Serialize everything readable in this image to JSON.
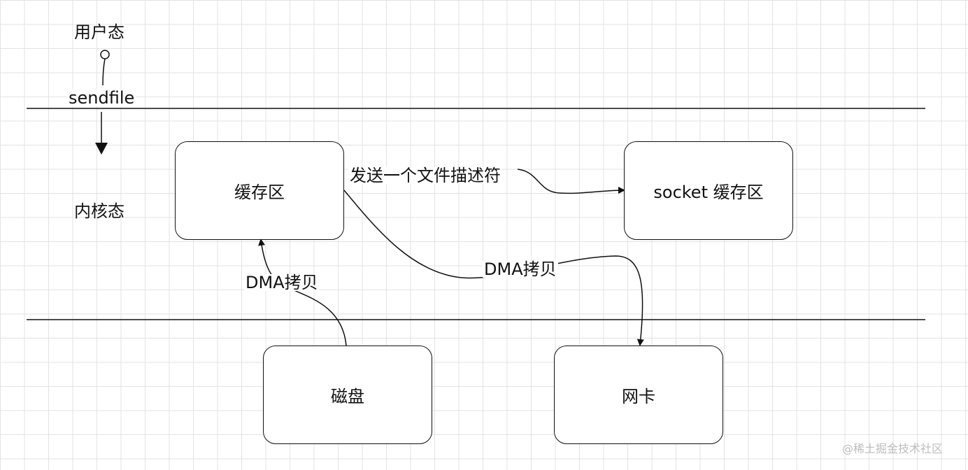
{
  "zones": {
    "user_mode": "用户态",
    "kernel_mode": "内核态"
  },
  "syscall": {
    "label": "sendfile"
  },
  "nodes": {
    "kernel_buffer": "缓存区",
    "socket_buffer": "socket 缓存区",
    "disk": "磁盘",
    "nic": "网卡"
  },
  "edges": {
    "disk_to_buffer": "DMA拷贝",
    "buffer_to_socket": "发送一个文件描述符",
    "buffer_to_nic": "DMA拷贝"
  },
  "watermark": "@稀土掘金技术社区",
  "colors": {
    "stroke": "#111111",
    "grid": "#e3e3e3",
    "watermark": "#bdbdbd"
  }
}
